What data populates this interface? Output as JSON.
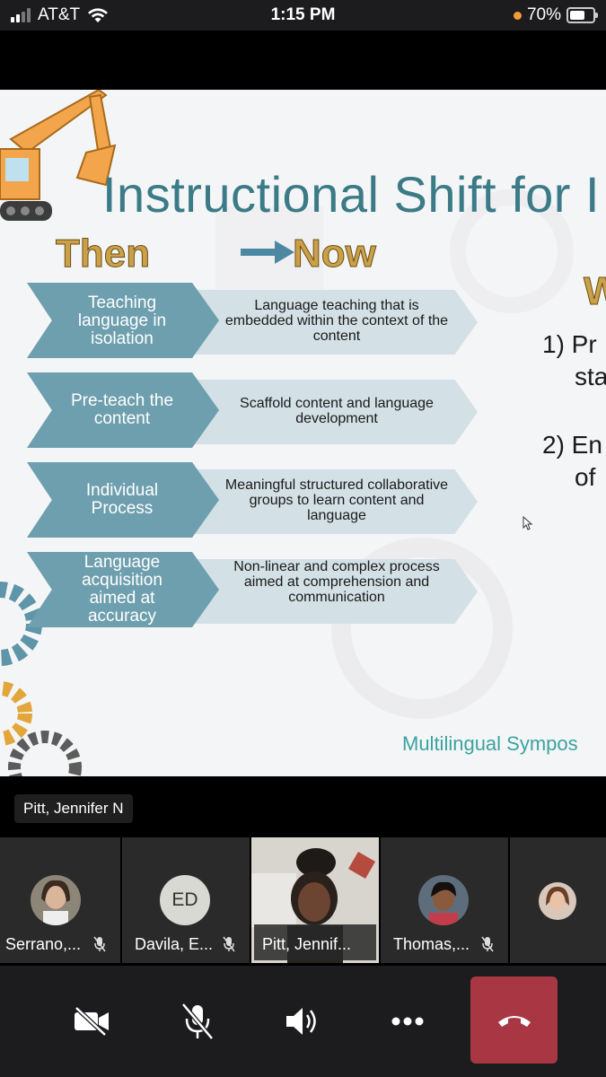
{
  "status_bar": {
    "carrier": "AT&T",
    "time": "1:15 PM",
    "battery": "70%"
  },
  "slide": {
    "title": "Instructional Shift for I",
    "then_label": "Then",
    "now_label": "Now",
    "right_heading": "W",
    "right_items": [
      "1) Pr",
      "sta",
      "2) En",
      "of"
    ],
    "footer": "Multilingual Sympos",
    "rows": [
      {
        "then": "Teaching language in isolation",
        "now": "Language teaching that is embedded within the context of the content"
      },
      {
        "then": "Pre-teach the content",
        "now": "Scaffold content and language development"
      },
      {
        "then": "Individual Process",
        "now": "Meaningful structured collaborative groups to learn content and language"
      },
      {
        "then": "Language acquisition aimed at accuracy",
        "now": "Non-linear and complex process aimed at comprehension and communication"
      }
    ]
  },
  "active_speaker": "Pitt, Jennifer N",
  "participants": [
    {
      "name": "Serrano,...",
      "muted": true
    },
    {
      "name": "Davila, E...",
      "initials": "ED",
      "muted": true
    },
    {
      "name": "Pitt, Jennif...",
      "active": true
    },
    {
      "name": "Thomas,...",
      "muted": true
    },
    {
      "name": ""
    }
  ],
  "controls": [
    "video-off",
    "mic-off",
    "speaker",
    "more",
    "hang-up"
  ]
}
